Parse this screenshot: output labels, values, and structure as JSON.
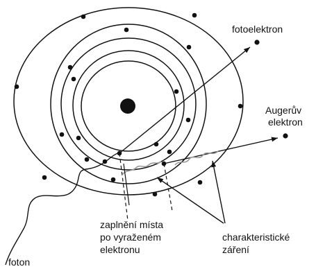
{
  "labels": {
    "photoelectron": "fotoelektron",
    "auger_line1": "Augerův",
    "auger_line2": "elektron",
    "filling_line1": "zaplnění místa",
    "filling_line2": "po vyraženém",
    "filling_line3": "elektronu",
    "characteristic_line1": "charakteristické",
    "characteristic_line2": "záření",
    "photon": "foton"
  },
  "colors": {
    "ink": "#111111",
    "radiation_wave": "#9a9a9a",
    "background": "#ffffff"
  }
}
